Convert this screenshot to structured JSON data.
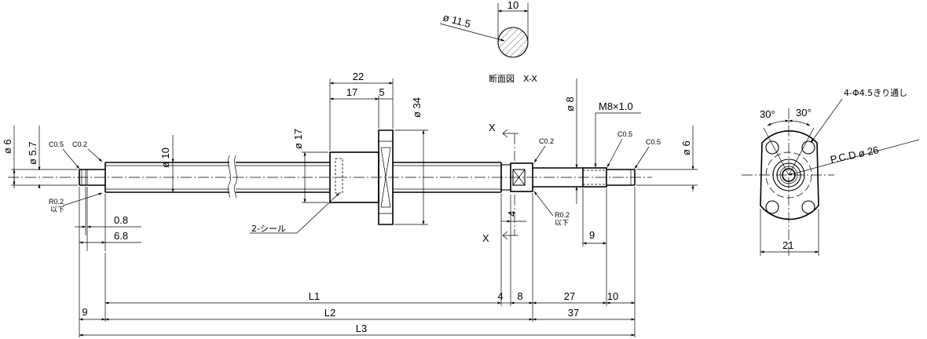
{
  "section": {
    "dia_label": "ø 11.5",
    "width_label": "10",
    "title": "断面図　X-X"
  },
  "shaft": {
    "dia6_left": "ø 6",
    "dia57": "ø 5.7",
    "c05_left": "C0.5",
    "c02_left": "C0.2",
    "dia10": "ø 10",
    "r02_left_a": "R0.2",
    "r02_left_b": "以下",
    "dim_08": "0.8",
    "dim_68": "6.8",
    "dia17": "ø 17",
    "seal": "2-シール"
  },
  "nut": {
    "dim_22": "22",
    "dim_17": "17",
    "dim_5": "5",
    "dia34": "ø 34"
  },
  "right_end": {
    "x_top": "X",
    "x_bottom": "X",
    "c02_right": "C0.2",
    "r02_right_a": "R0.2",
    "r02_right_b": "以下",
    "dim_4_small": "4",
    "dia8": "ø 8",
    "thread": "M8×1.0",
    "c05_mid": "C0.5",
    "c05_right": "C0.5",
    "dia6_right": "ø 6",
    "dim_9_right": "9"
  },
  "lengths": {
    "L1": "L1",
    "L2": "L2",
    "L3": "L3",
    "dim_9_left": "9",
    "dim_4": "4",
    "dim_8": "8",
    "dim_27": "27",
    "dim_10": "10",
    "dim_37": "37"
  },
  "flange": {
    "angle_a": "30°",
    "angle_b": "30°",
    "holes": "4-Φ4.5きり通し",
    "pcd": "P.C.D ø 26",
    "width": "21"
  }
}
